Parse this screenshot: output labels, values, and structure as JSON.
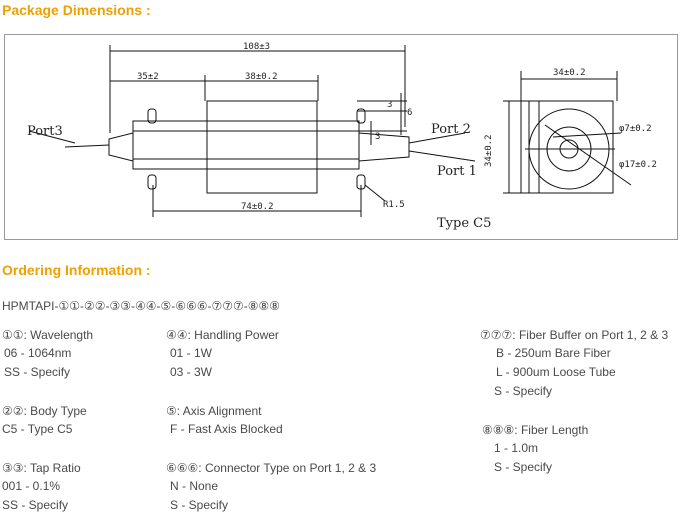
{
  "headings": {
    "package": "Package Dimensions :",
    "ordering": "Ordering Information :"
  },
  "drawing": {
    "dims": {
      "overall": "108±3",
      "left_len": "35±2",
      "body_len": "38±0.2",
      "mount_len": "74±0.2",
      "h3": "3",
      "h6": "6",
      "h3b": "3",
      "radius": "R1.5",
      "side_w": "34±0.2",
      "side_h": "34±0.2",
      "d_outer": "φ7±0.2",
      "d_inner": "φ17±0.2"
    },
    "labels": {
      "port3": "Port3",
      "port2": "Port 2",
      "port1": "Port 1",
      "type": "Type C5"
    }
  },
  "ordering": {
    "code": "HPMTAPI-①①-②②-③③-④④-⑤-⑥⑥⑥-⑦⑦⑦-⑧⑧⑧",
    "groups": [
      {
        "title": "①①: Wavelength",
        "options": [
          "06 - 1064nm",
          "SS - Specify"
        ]
      },
      {
        "title": "②②: Body Type",
        "options": [
          "C5 - Type C5"
        ]
      },
      {
        "title": "③③: Tap Ratio",
        "options": [
          "001 - 0.1%",
          "SS - Specify"
        ]
      },
      {
        "title": "④④: Handling Power",
        "options": [
          "01 - 1W",
          "03 - 3W"
        ]
      },
      {
        "title": "⑤: Axis Alignment",
        "options": [
          "F - Fast Axis Blocked"
        ]
      },
      {
        "title": "⑥⑥⑥: Connector Type on Port 1, 2 & 3",
        "options": [
          "N - None",
          "S - Specify"
        ]
      },
      {
        "title": "⑦⑦⑦: Fiber Buffer on Port 1, 2 & 3",
        "options": [
          "B - 250um Bare Fiber",
          "L - 900um Loose Tube",
          "S - Specify"
        ]
      },
      {
        "title": "⑧⑧⑧: Fiber Length",
        "options": [
          "1 - 1.0m",
          "S - Specify"
        ]
      }
    ]
  }
}
